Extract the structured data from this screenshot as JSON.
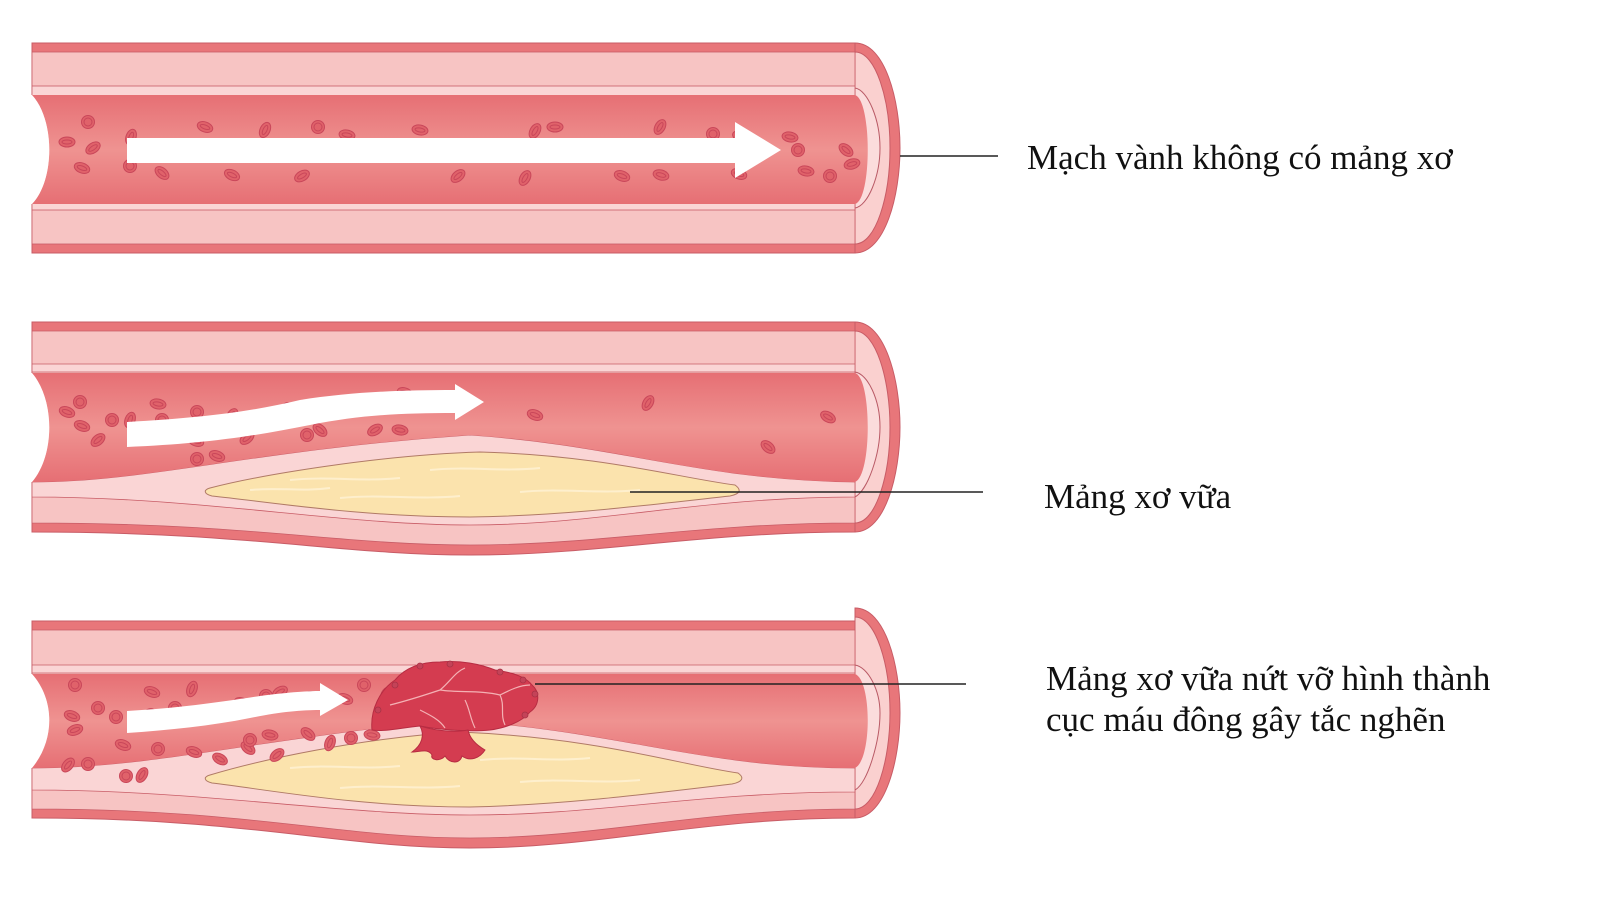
{
  "figure": {
    "panels": [
      {
        "id": "healthy",
        "label": "Mạch vành không có mảng xơ",
        "description": "Normal coronary artery, straight unobstructed blood flow arrow"
      },
      {
        "id": "plaque",
        "label": "Mảng xơ vữa",
        "description": "Coronary artery with atherosclerotic plaque narrowing lumen, curved flow arrow"
      },
      {
        "id": "rupture",
        "label_lines": [
          "Mảng xơ vữa nứt vỡ hình thành",
          "cục máu đông gây tắc nghẽn"
        ],
        "description": "Ruptured plaque forming blood clot causing obstruction"
      }
    ],
    "colors": {
      "outer_wall": "#e8767a",
      "media": "#f7c4c3",
      "intima": "#fad5d5",
      "lumen": "#e98385",
      "lumen_center": "#ee9594",
      "rbc": "#e0626a",
      "plaque": "#fbe3ad",
      "clot": "#d43c50",
      "arrow": "#ffffff",
      "leader_line": "#222222"
    }
  }
}
